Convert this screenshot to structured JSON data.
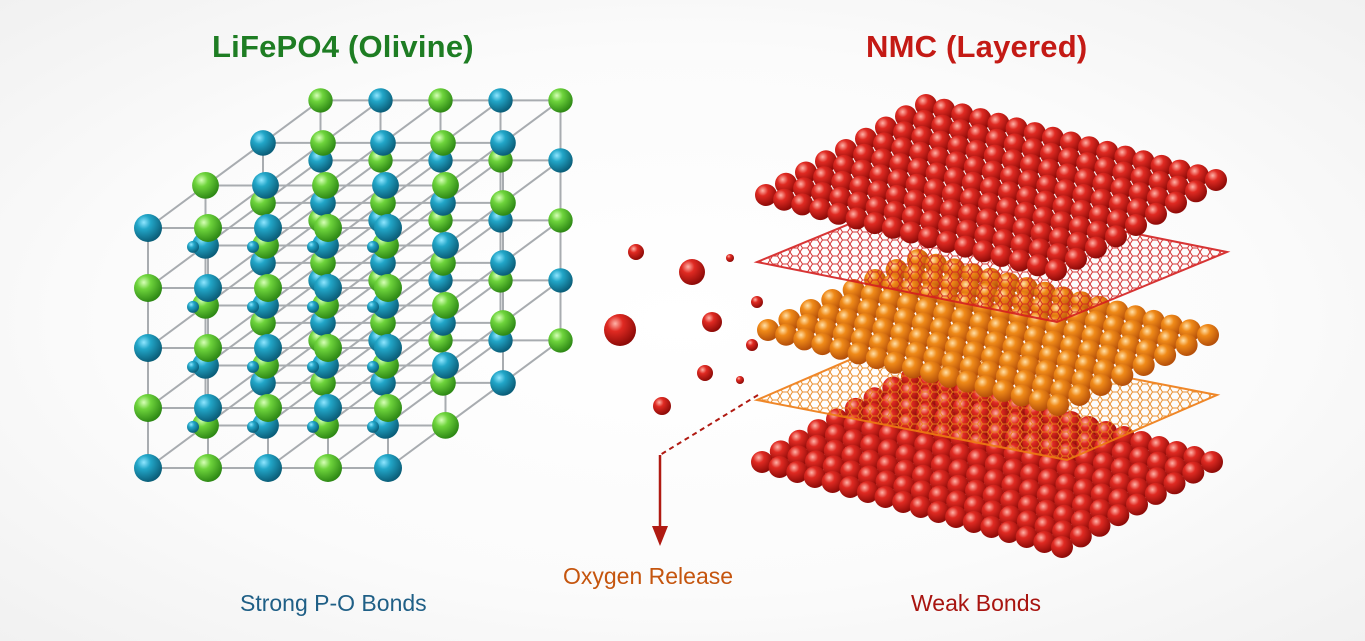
{
  "left": {
    "title": "LiFePO4 (Olivine)",
    "caption": "Strong P-O Bonds",
    "colors": {
      "title": "#1e7d23",
      "caption": "#1f5f86",
      "atom_a": "#1a8fb0",
      "atom_b": "#5fcc32",
      "bond": "#a8acb0"
    }
  },
  "right": {
    "title": "NMC (Layered)",
    "caption": "Weak Bonds",
    "colors": {
      "title": "#c41a15",
      "caption": "#a81410",
      "layer_red": "#d41f1f",
      "layer_orange": "#ee7b12"
    }
  },
  "center": {
    "label": "Oxygen Release",
    "colors": {
      "label": "#c5550e",
      "arrow": "#b01a12",
      "particles": "#d4201c"
    }
  }
}
